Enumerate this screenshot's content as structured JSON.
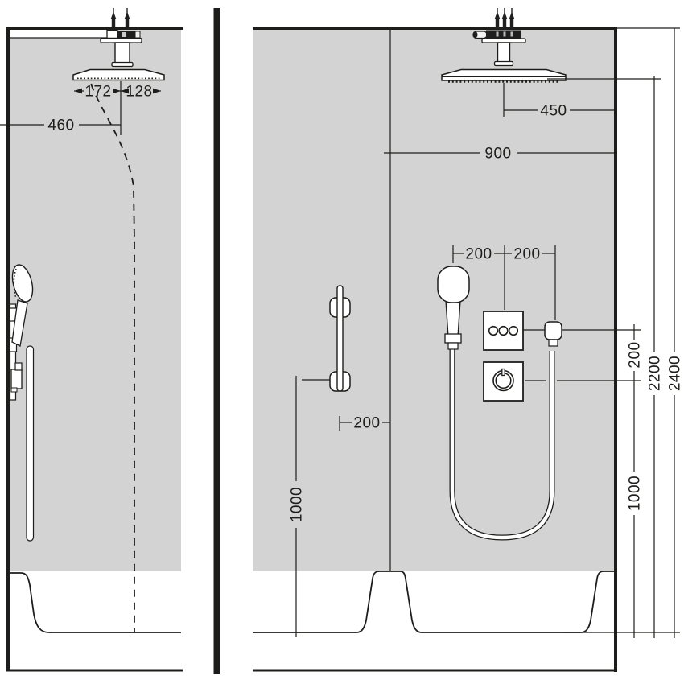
{
  "colors": {
    "wall": "#d3d3d3",
    "line": "#1d1d1b",
    "background": "#ffffff",
    "fixture_fill": "#ffffff",
    "connector_dark": "#1f1f1f"
  },
  "panels": {
    "side_view": {
      "name": "side-elevation",
      "dimensions": {
        "showerhead_front": "172",
        "showerhead_rear": "128",
        "showerhead_axis_to_wall": "460"
      }
    },
    "front_view": {
      "name": "front-elevation",
      "dimensions": {
        "showerhead_axis_to_side_wall": "450",
        "centerline_to_side_wall": "900",
        "handshower_to_valve": "200",
        "valve_to_outlet": "200",
        "wallbar_to_centerline": "200",
        "outlet_to_thermostat": "200",
        "wallbar_bracket_height": "1000",
        "thermostat_height": "1000",
        "showerhead_clearance": "2200",
        "ceiling_height": "2400"
      }
    }
  }
}
